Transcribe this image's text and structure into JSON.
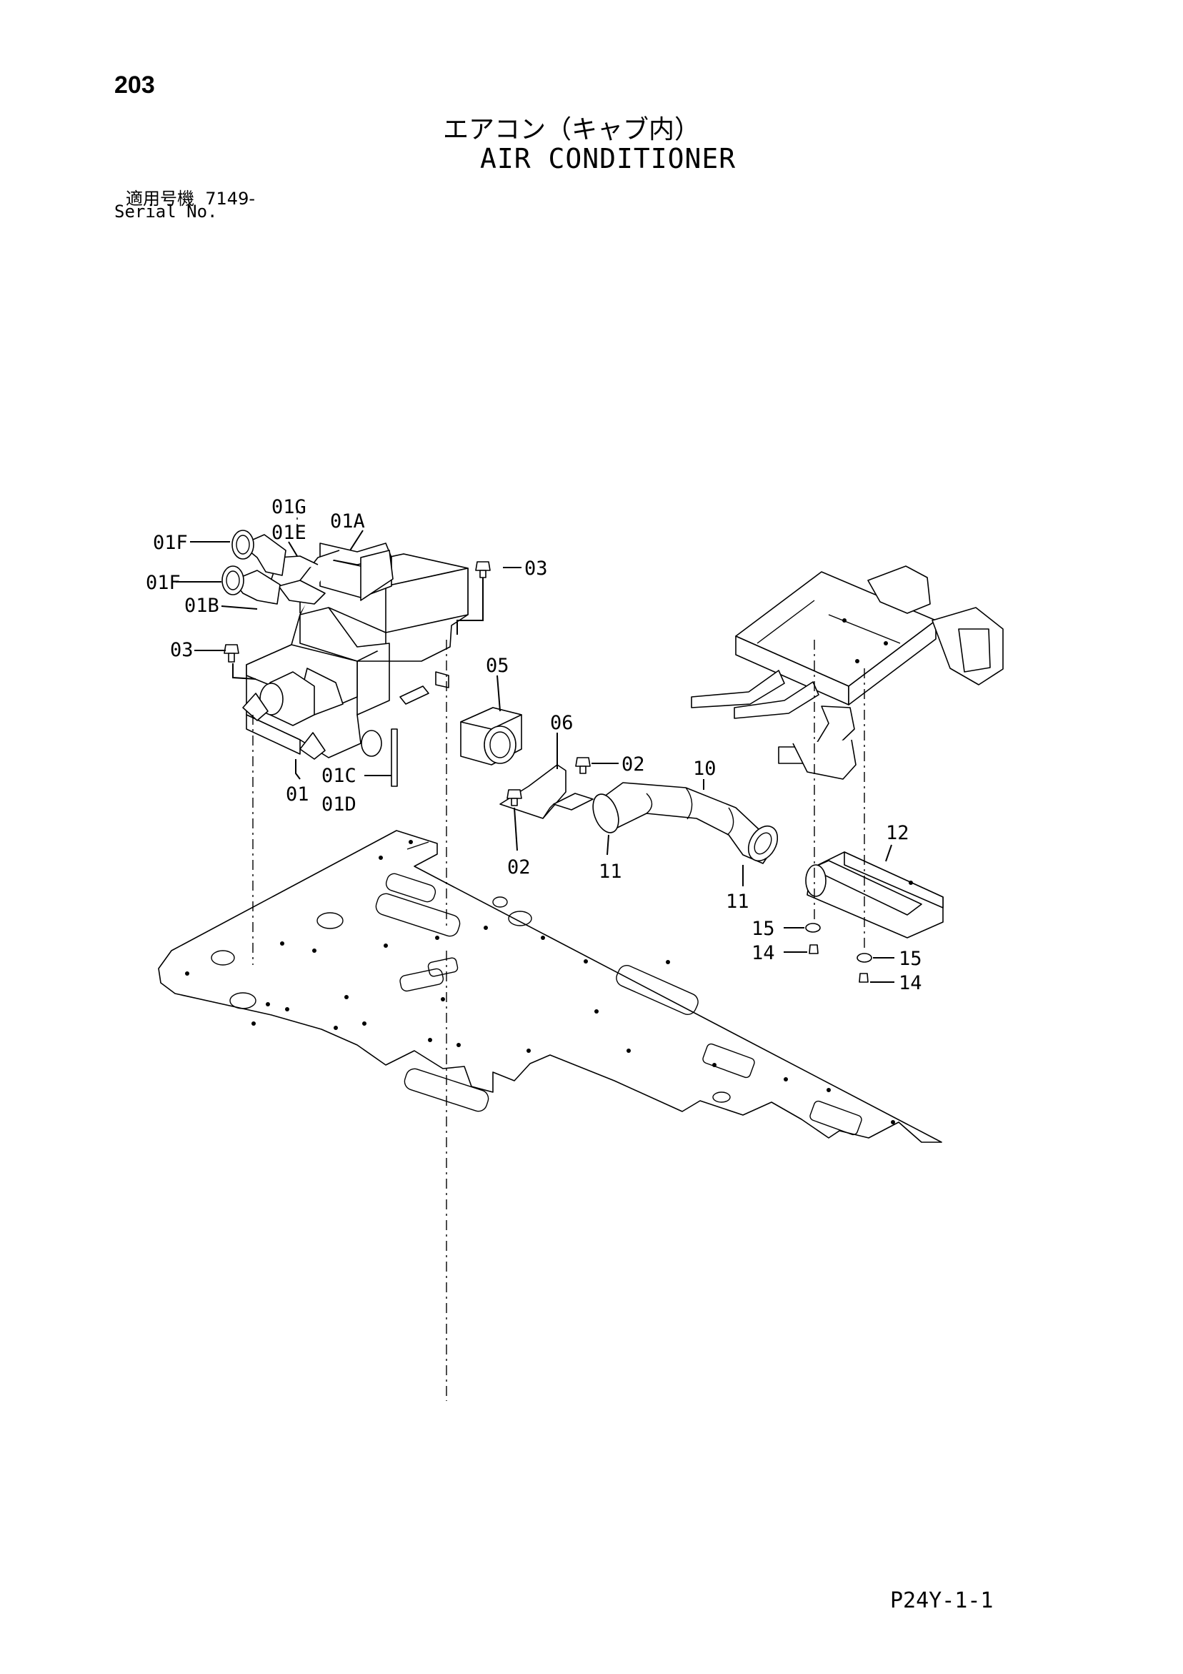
{
  "page": {
    "number": "203",
    "title_jp": "エアコン（キャブ内）",
    "title_en": "AIR CONDITIONER",
    "serial_label_jp": "適用号機",
    "serial_value": "7149-",
    "serial_label_en": "Serial No.",
    "footer_code": "P24Y-1-1"
  },
  "diagram": {
    "callouts": {
      "c01G": "01G",
      "c01E": "01E",
      "c01A": "01A",
      "c01F_upper": "01F",
      "c01F_lower": "01F",
      "c01B": "01B",
      "c03_left": "03",
      "c03_right": "03",
      "c05": "05",
      "c06": "06",
      "c02_upper": "02",
      "c02_lower": "02",
      "c10": "10",
      "c11_left": "11",
      "c11_right": "11",
      "c12": "12",
      "c01": "01",
      "c01C": "01C",
      "c01D": "01D",
      "c15_left": "15",
      "c14_left": "14",
      "c15_right": "15",
      "c14_right": "14"
    }
  }
}
